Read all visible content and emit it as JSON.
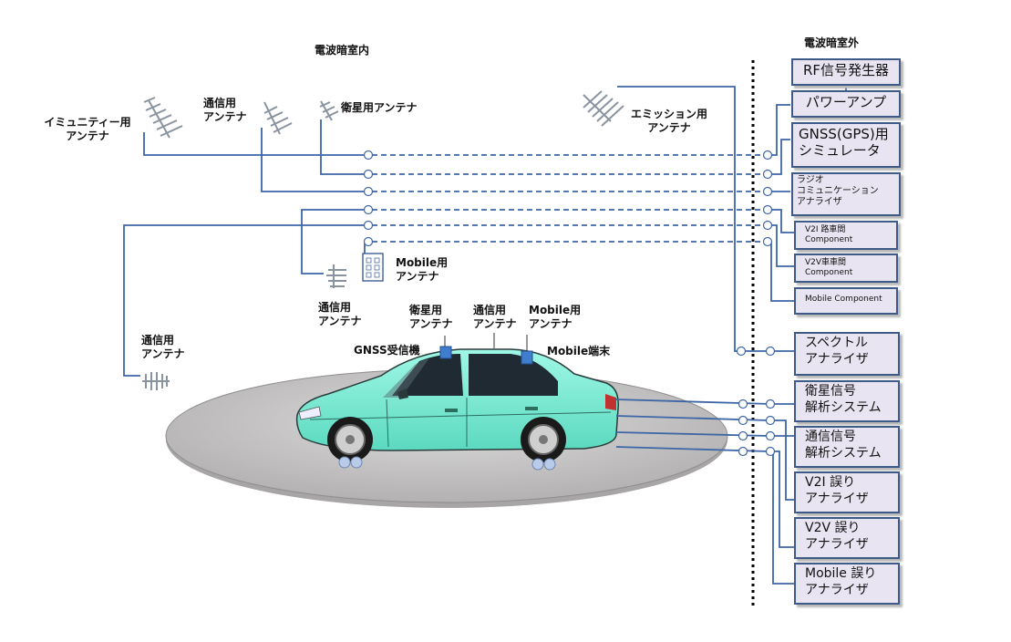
{
  "headers": {
    "chamber_inside": "電波暗室内",
    "chamber_outside": "電波暗室外"
  },
  "antennas": {
    "immunity": [
      "イミュニティー用",
      "アンテナ"
    ],
    "comm_top": [
      "通信用",
      "アンテナ"
    ],
    "satellite_top": "衛星用アンテナ",
    "emission": [
      "エミッション用",
      "アンテナ"
    ],
    "mobile": [
      "Mobile用",
      "アンテナ"
    ],
    "comm_mid": [
      "通信用",
      "アンテナ"
    ],
    "comm_left": [
      "通信用",
      "アンテナ"
    ],
    "car_satellite": [
      "衛星用",
      "アンテナ"
    ],
    "car_comm": [
      "通信用",
      "アンテナ"
    ],
    "car_mobile": [
      "Mobile用",
      "アンテナ"
    ]
  },
  "devices": {
    "gnss_receiver": "GNSS受信機",
    "mobile_terminal": "Mobile端末"
  },
  "instruments": {
    "rf_gen": "RF信号発生器",
    "power_amp": "パワーアンプ",
    "gnss_sim": [
      "GNSS(GPS)用",
      "シミュレータ"
    ],
    "radio_analyzer": [
      "ラジオ",
      "コミュニケーション",
      "アナライザ"
    ],
    "v2i_component": [
      "V2I 路車間",
      "Component"
    ],
    "v2v_component": [
      "V2V車車間",
      "Component"
    ],
    "mobile_component": "Mobile Component",
    "spectrum": [
      "スペクトル",
      "アナライザ"
    ],
    "sat_analysis": [
      "衛星信号",
      "解析システム"
    ],
    "comm_analysis": [
      "通信信号",
      "解析システム"
    ],
    "v2i_error": [
      "V2I 誤り",
      "アナライザ"
    ],
    "v2v_error": [
      "V2V 誤り",
      "アナライザ"
    ],
    "mobile_error": [
      "Mobile 誤り",
      "アナライザ"
    ]
  },
  "colors": {
    "wire": "#3e66a6",
    "box_fill": "#e9e4f2",
    "box_border": "#3e5a86",
    "car_body": "#7ff2d8",
    "turntable": "#c8c6c6",
    "antenna": "#8a93a0",
    "car_antenna": "#3f7ecf"
  }
}
